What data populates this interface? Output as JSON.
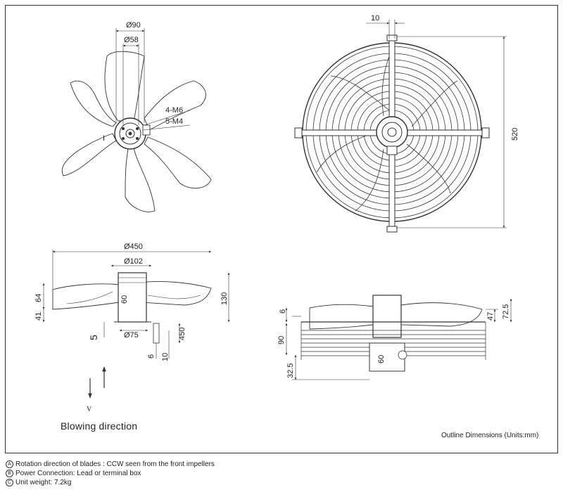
{
  "top_left_view": {
    "dims": {
      "d90": "Ø90",
      "d58": "Ø58",
      "m6": "4-M6",
      "m4": "5-M4",
      "label_i": "I"
    }
  },
  "top_right_view": {
    "dims": {
      "w10": "10",
      "h520": "520"
    }
  },
  "bottom_left_view": {
    "dims": {
      "d450": "Ø450",
      "d102": "Ø102",
      "h64": "64",
      "h41": "41",
      "h130": "130",
      "h60": "60",
      "h5": "5",
      "d75": "Ø75",
      "h450": "450",
      "h6": "6",
      "h10": "10"
    }
  },
  "bottom_right_view": {
    "dims": {
      "h6": "6",
      "h90": "90",
      "h325": "32.5",
      "h47": "47",
      "h725": "72.5",
      "h60": "60"
    }
  },
  "blowing": {
    "label": "Blowing direction",
    "v_label": "V"
  },
  "outline_label": "Outline Dimensions (Units:mm)",
  "notes": [
    {
      "mark": "A",
      "text": "Rotation direction of blades : CCW seen from the front impellers"
    },
    {
      "mark": "B",
      "text": "Power Connection:  Lead or terminal box"
    },
    {
      "mark": "C",
      "text": "Unit weight:  7.2kg"
    }
  ]
}
